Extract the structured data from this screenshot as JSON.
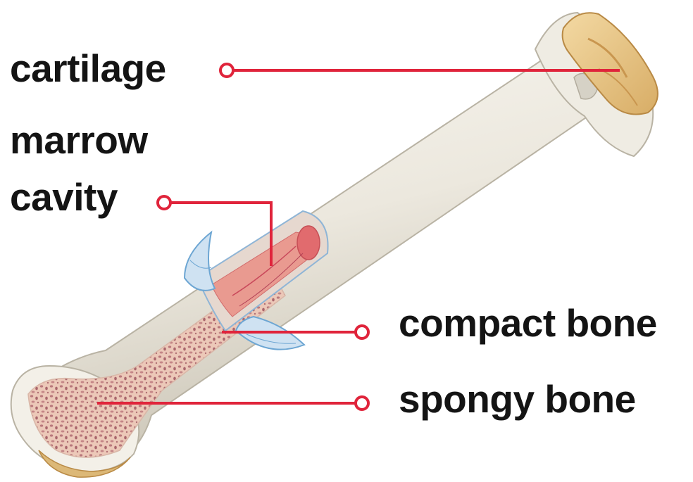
{
  "diagram": {
    "labels": {
      "cartilage": "cartilage",
      "marrow_line1": "marrow",
      "marrow_line2": "cavity",
      "compact_bone": "compact bone",
      "spongy_bone": "spongy bone"
    },
    "colors": {
      "callout_line": "#e0243b",
      "bone_light": "#f1eee6",
      "bone_shadow": "#c9c4b6",
      "cartilage": "#e8c98c",
      "spongy_fill": "#e9c3b4",
      "spongy_dots": "#b7767a",
      "marrow": "#e57f7f",
      "periosteum": "#7fb1d9"
    }
  }
}
